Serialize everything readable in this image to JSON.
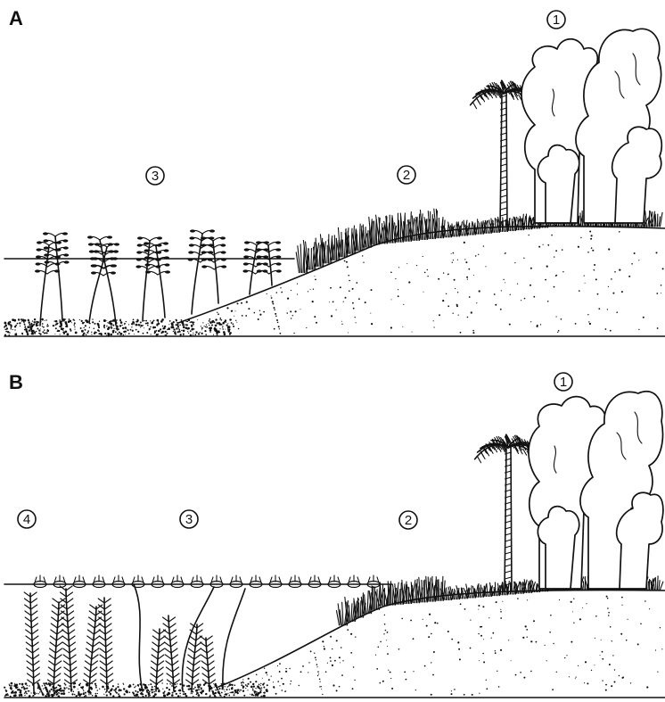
{
  "panels": [
    {
      "letter": "A",
      "zones": [
        {
          "num": "1"
        },
        {
          "num": "2"
        },
        {
          "num": "3"
        }
      ]
    },
    {
      "letter": "B",
      "zones": [
        {
          "num": "1"
        },
        {
          "num": "2"
        },
        {
          "num": "3"
        },
        {
          "num": "4"
        }
      ]
    }
  ]
}
